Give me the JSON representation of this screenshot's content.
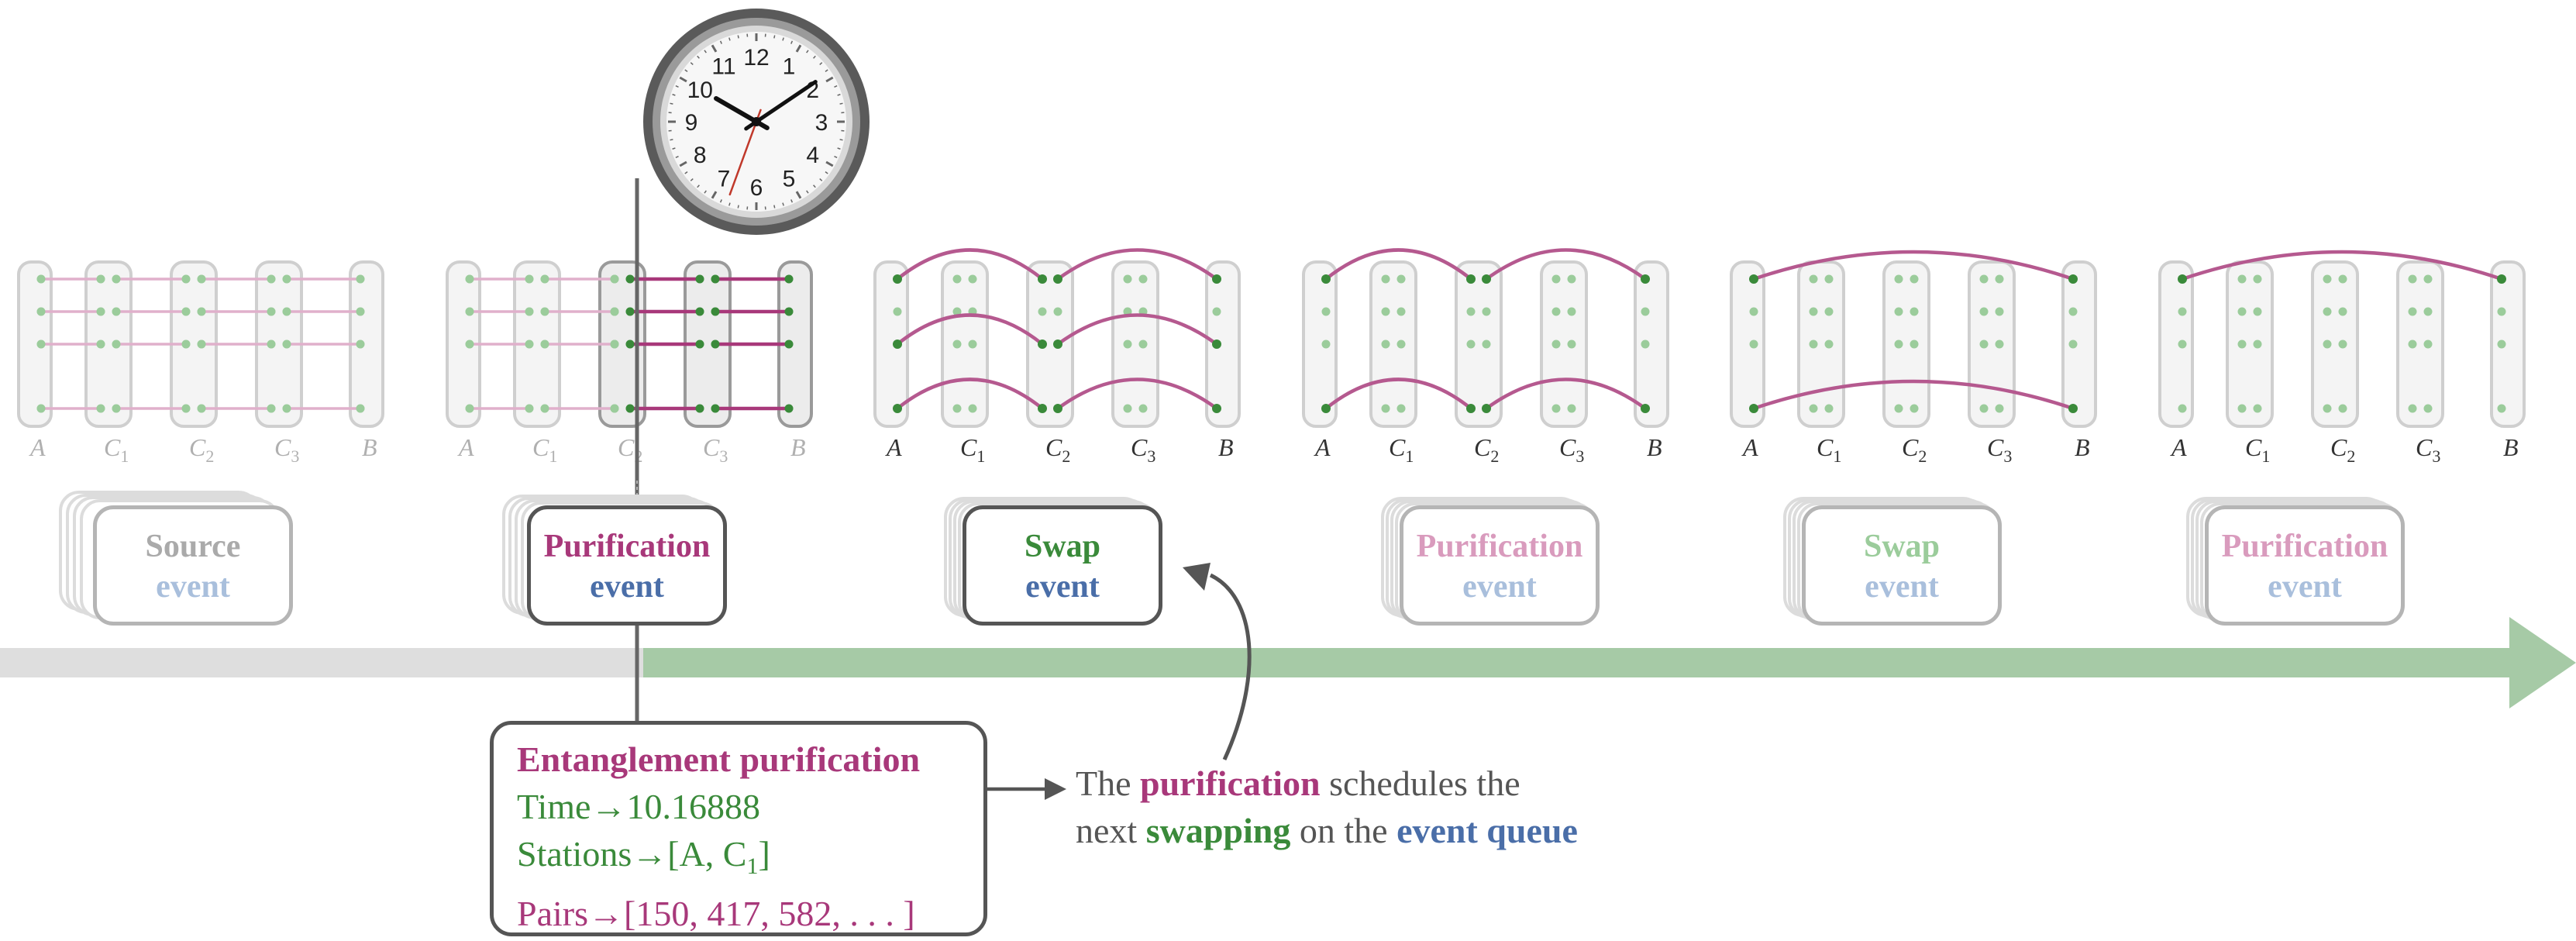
{
  "colors": {
    "magenta": "#a8387a",
    "magenta_light": "#d99bbd",
    "green": "#3a8a3a",
    "green_light": "#9bcc9b",
    "blue": "#4a6ea8",
    "blue_light": "#a9bfdc",
    "gray": "#555555",
    "gray_light": "#b5b5b5",
    "timeline_past": "#dedede",
    "timeline_future": "#a6caa6"
  },
  "clock": {
    "numbers": [
      "12",
      "1",
      "2",
      "3",
      "4",
      "5",
      "6",
      "7",
      "8",
      "9",
      "10",
      "11"
    ],
    "icon": "wall-clock-icon"
  },
  "station_labels": [
    "A",
    "C",
    "C",
    "C",
    "B"
  ],
  "station_subscripts": [
    "",
    "1",
    "2",
    "3",
    ""
  ],
  "events": [
    {
      "name": "Source",
      "word": "event",
      "state": "past"
    },
    {
      "name": "Purification",
      "word": "event",
      "state": "current"
    },
    {
      "name": "Swap",
      "word": "event",
      "state": "next"
    },
    {
      "name": "Purification",
      "word": "event",
      "state": "future"
    },
    {
      "name": "Swap",
      "word": "event",
      "state": "future"
    },
    {
      "name": "Purification",
      "word": "event",
      "state": "future"
    }
  ],
  "info": {
    "title": "Entanglement purification",
    "time_label": "Time",
    "time_value": "10.16888",
    "stations_label": "Stations",
    "stations_value": "[A, C",
    "stations_sub": "1",
    "stations_close": "]",
    "pairs_label": "Pairs",
    "pairs_value": "[150, 417, 582, . . . ]",
    "arrow": "→"
  },
  "note": {
    "part1": "The ",
    "purification": "purification",
    "part2": " schedules the",
    "part3": "next ",
    "swapping": "swapping",
    "part4": " on the ",
    "event_queue": "event queue"
  }
}
